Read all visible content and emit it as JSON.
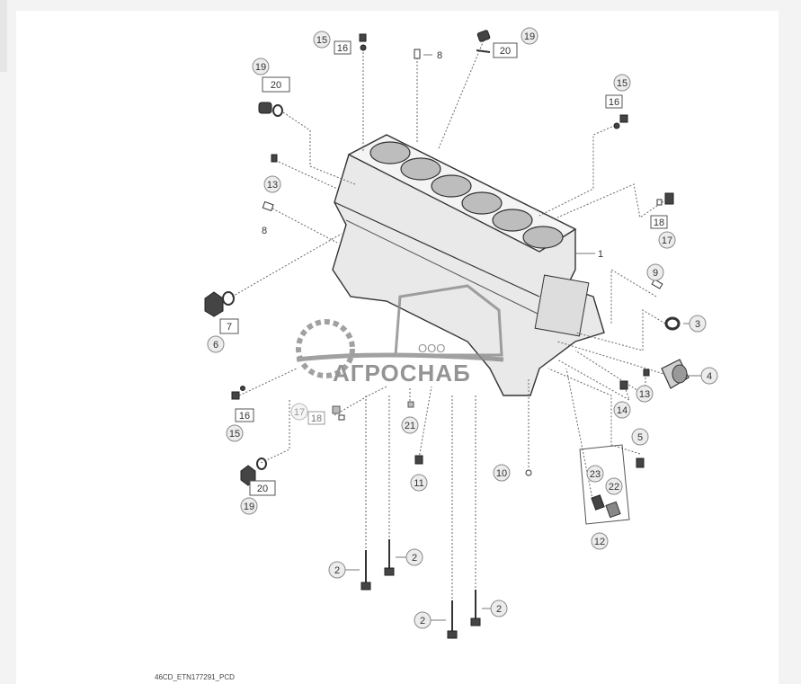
{
  "figure_id": "46CD_ETN177291_PCD",
  "watermark": {
    "line1": "ООО",
    "line2": "АГРОСНАБ"
  },
  "callouts": {
    "c1": "1",
    "c2a": "2",
    "c2b": "2",
    "c2c": "2",
    "c2d": "2",
    "c3": "3",
    "c4": "4",
    "c5": "5",
    "c6": "6",
    "c7": "7",
    "c8a": "8",
    "c8b": "8",
    "c9": "9",
    "c10": "10",
    "c11": "11",
    "c12": "12",
    "c13a": "13",
    "c13b": "13",
    "c14": "14",
    "c15a": "15",
    "c15b": "15",
    "c15c": "15",
    "c16a": "16",
    "c16b": "16",
    "c16c": "16",
    "c17a": "17",
    "c17b": "17",
    "c18a": "18",
    "c18b": "18",
    "c19a": "19",
    "c19b": "19",
    "c19c": "19",
    "c20a": "20",
    "c20b": "20",
    "c20c": "20",
    "c21": "21",
    "c22": "22",
    "c23": "23"
  }
}
